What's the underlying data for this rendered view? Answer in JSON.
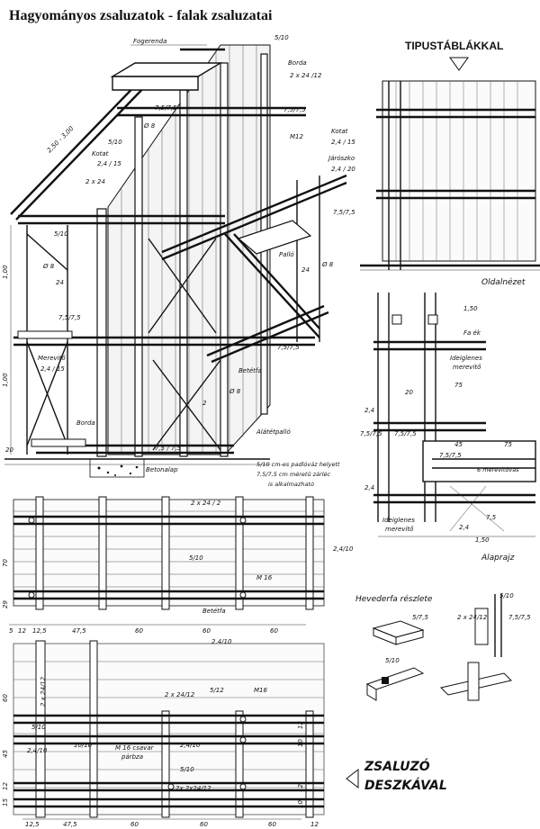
{
  "title": "Hagyományos zsaluzatok - falak zsaluzatai",
  "section_titles": {
    "tipus": "TIPUSTÁBLÁKKAL",
    "oldal": "Oldalnézet",
    "alap": "Alaprajz",
    "heveder": "Hevederfa részlete",
    "zsaluzo_1": "ZSALUZÓ",
    "zsaluzo_2": "DESZKÁVAL"
  },
  "iso_labels": {
    "fogerenda": "Fogerenda",
    "borda_top": "Borda",
    "borda_top_dim": "2 x 24 /12",
    "d510_top": "5/10",
    "d75_1": "7,5/7,5",
    "d75_2": "7,5/7,5",
    "d8_1": "Ø 8",
    "m12": "M12",
    "kotat_r": "Kotat",
    "kotat_r_dim": "2,4 / 15",
    "kotat_l": "Kotat",
    "kotat_l_dim": "2,4 / 15",
    "d510_l": "5/10",
    "d250": "2,50 - 3,00",
    "d224": "2 x 24",
    "jaroszko": "Járószko",
    "jaroszko_dim": "2,4 / 20",
    "d75_3": "7,5/7,5",
    "d510_mid": "5/10",
    "palló": "Palló",
    "d24_r": "24",
    "d8_r": "Ø 8",
    "d8_l": "Ø 8",
    "d24_l": "24",
    "d75_4": "7,5/7,5",
    "d75_5": "7,5/7,5",
    "merevito": "Merevitő",
    "merevito_dim": "2,4 / 15",
    "betetfa": "Betétfa",
    "d8_c": "Ø 8",
    "d2": "2",
    "alatetpallo": "Alátétpalló",
    "borda_low": "Borda",
    "d75_6": "7,5 / 7,5",
    "betonalap": "Betonalap",
    "note_1": "5/10 cm-es padlóváz helyett",
    "note_2": "7,5/7,5 cm méretű zárléc",
    "note_3": "is alkalmazható",
    "v100_a": "1,00",
    "v100_b": "1,00",
    "v20": "20"
  },
  "plan_labels": {
    "d150_top": "1,50",
    "d75_v": "75",
    "fa_label": "Fa ék",
    "ideig_1": "Ideiglenes",
    "ideig_2": "merevitő",
    "d20": "20",
    "d24": "2,4",
    "d75_75_a": "7,5/7,5",
    "d75_75_b": "7,5/7,5",
    "d45": "45",
    "d75_h": "75",
    "d75_75_c": "7,5/7,5",
    "merevito_6": "6 merevitővas",
    "d24_b": "2,4",
    "ideig_3": "Ideiglenes",
    "ideig_4": "merevitő",
    "d24_c": "2,4",
    "d75_d": "7,5",
    "d150_bot": "1,50"
  },
  "mid_labels": {
    "d224_12": "2 x 24 / 2",
    "d510": "5/10",
    "d24_10_r": "2,4/10",
    "m16": "M 16",
    "betetfa": "Betétfa",
    "d70": "70",
    "d29": "29",
    "dims": [
      "5",
      "12",
      "12,5",
      "47,5",
      "60",
      "60",
      "60"
    ],
    "d24_10_b": "2,4/10"
  },
  "detail_labels": {
    "h_510": "5/10",
    "h_75": "5/7,5",
    "h_224": "2 x 24/12",
    "h_7575": "7,5/7,5",
    "h_510b": "5/10"
  },
  "bottom_labels": {
    "d2x24_12": "2 x 24/12",
    "d5_12": "5/12",
    "m16": "M16",
    "d510_l": "5/10",
    "d10_10": "10/10",
    "d24_10": "2,4/10",
    "d24_10_b": "2,4/10",
    "m16_screw": "M 16 csavar",
    "m16_screw_2": "párbza",
    "d510_b": "5/10",
    "d2x24_12_b": "2x 2x24/12",
    "v2x24_12": "2 x 24/12",
    "v60": "60",
    "v45": "45",
    "v12": "12",
    "v15": "15",
    "v12_r": "12",
    "v10_r": "10",
    "v12_r2": "12",
    "v10_r2": "10",
    "dims": [
      "12,5",
      "47,5",
      "60",
      "60",
      "60"
    ],
    "d12": "12"
  }
}
